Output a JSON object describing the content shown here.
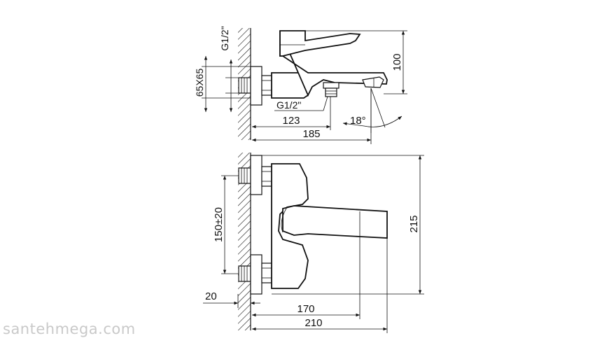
{
  "dimensions": {
    "wall_plate": "65X65",
    "thread_top": "G1/2\"",
    "thread_bottom": "G1/2\"",
    "height_top": "100",
    "len_123": "123",
    "len_185": "185",
    "angle": "18°",
    "spacing": "150±20",
    "height_215": "215",
    "offset_20": "20",
    "len_170": "170",
    "len_210": "210"
  },
  "watermark": "santehmega.com",
  "colors": {
    "line": "#111111",
    "watermark": "#c9c9c9",
    "background": "#ffffff"
  }
}
